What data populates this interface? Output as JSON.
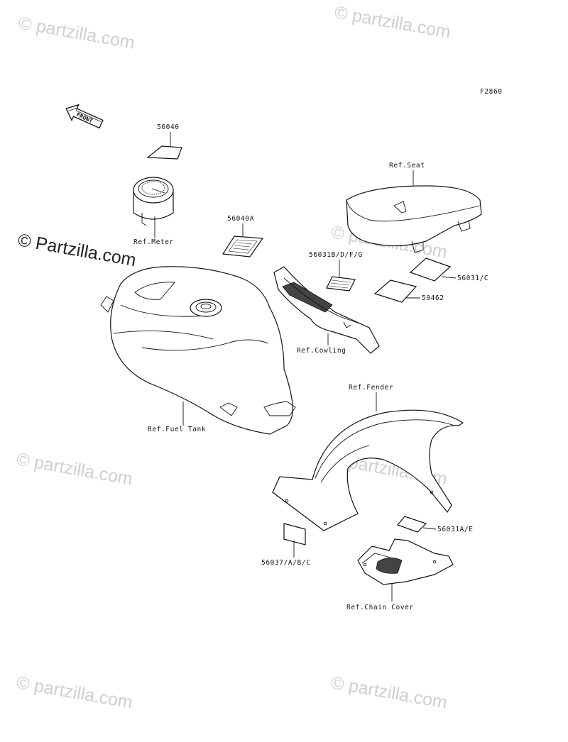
{
  "figure_code": "F2860",
  "front_arrow_label": "FRONT",
  "watermark": {
    "text": "© Partzilla.com",
    "tile_text": "© partzilla.com"
  },
  "labels": {
    "decal_56040": "56040",
    "decal_56040a": "56040A",
    "ref_meter": "Ref.Meter",
    "ref_seat": "Ref.Seat",
    "decal_56031bdfg": "56031B/D/F/G",
    "decal_56031c": "56031/C",
    "decal_59462": "59462",
    "ref_cowling": "Ref.Cowling",
    "ref_fuel_tank": "Ref.Fuel Tank",
    "ref_fender": "Ref.Fender",
    "decal_56031ae": "56031A/E",
    "decal_56037abc": "56037/A/B/C",
    "ref_chain_cover": "Ref.Chain Cover"
  },
  "colors": {
    "line": "#111111",
    "watermark": "#cfcfcf"
  }
}
